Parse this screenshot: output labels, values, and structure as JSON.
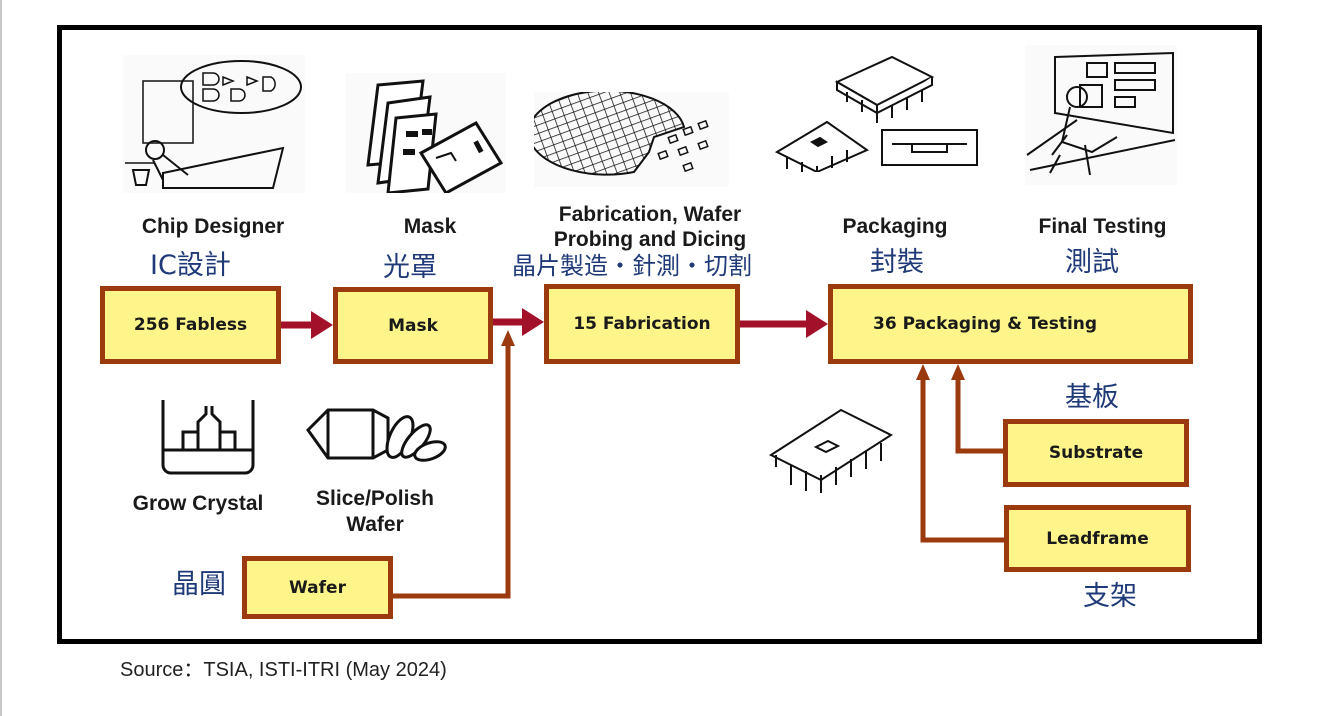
{
  "diagram": {
    "stages": [
      {
        "id": "chip-designer",
        "en": "Chip Designer",
        "zh": "IC設計",
        "box": "256 Fabless"
      },
      {
        "id": "mask",
        "en": "Mask",
        "zh": "光罩",
        "box": "Mask"
      },
      {
        "id": "fabrication",
        "en_line1": "Fabrication, Wafer",
        "en_line2": "Probing and Dicing",
        "zh": "晶片製造・針測・切割",
        "box": "15 Fabrication"
      },
      {
        "id": "packaging",
        "en": "Packaging",
        "zh": "封裝"
      },
      {
        "id": "final-testing",
        "en": "Final Testing",
        "zh": "測試",
        "box": "36 Packaging & Testing"
      }
    ],
    "wafer": {
      "grow_crystal": "Grow Crystal",
      "slice_line1": "Slice/Polish",
      "slice_line2": "Wafer",
      "zh": "晶圓",
      "box": "Wafer"
    },
    "substrate": {
      "zh": "基板",
      "box": "Substrate"
    },
    "leadframe": {
      "zh": "支架",
      "box": "Leadframe"
    },
    "colors": {
      "box_fill": "#fdf58a",
      "box_border": "#9a3a0e",
      "main_arrow": "#a3102a",
      "feed_arrow": "#9a3a0e",
      "zh_text": "#1f3a78"
    }
  },
  "footer": {
    "source": "Source：TSIA, ISTI-ITRI (May 2024)"
  }
}
